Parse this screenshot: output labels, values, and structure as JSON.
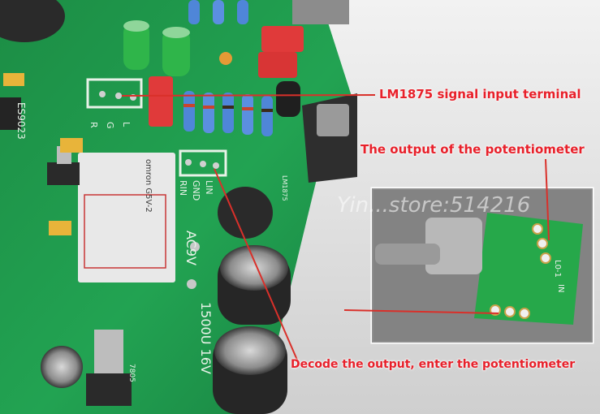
{
  "labels": {
    "signal_input": "LM1875 signal input terminal",
    "pot_output": "The output of the potentiometer",
    "decode_output": "Decode the output,  enter the potentiometer"
  },
  "watermark": "Yin...store:514216",
  "silkscreen": {
    "r_g_l": [
      "R",
      "G",
      "L"
    ],
    "rin_gnd_lin": [
      "RIN",
      "GND",
      "LIN"
    ],
    "ac9v": "AC9V",
    "cap_value": "1500U 16V",
    "relay": "omron G5V-2",
    "chip": "ES9023",
    "lm1875": "LM1875",
    "reg_7805": "7805",
    "pot_module": "L0-1",
    "pot_in": "IN"
  },
  "colors": {
    "pcb_green": "#1f9a4c",
    "label_red": "#e8202a",
    "arrow_red": "#d9302a"
  }
}
